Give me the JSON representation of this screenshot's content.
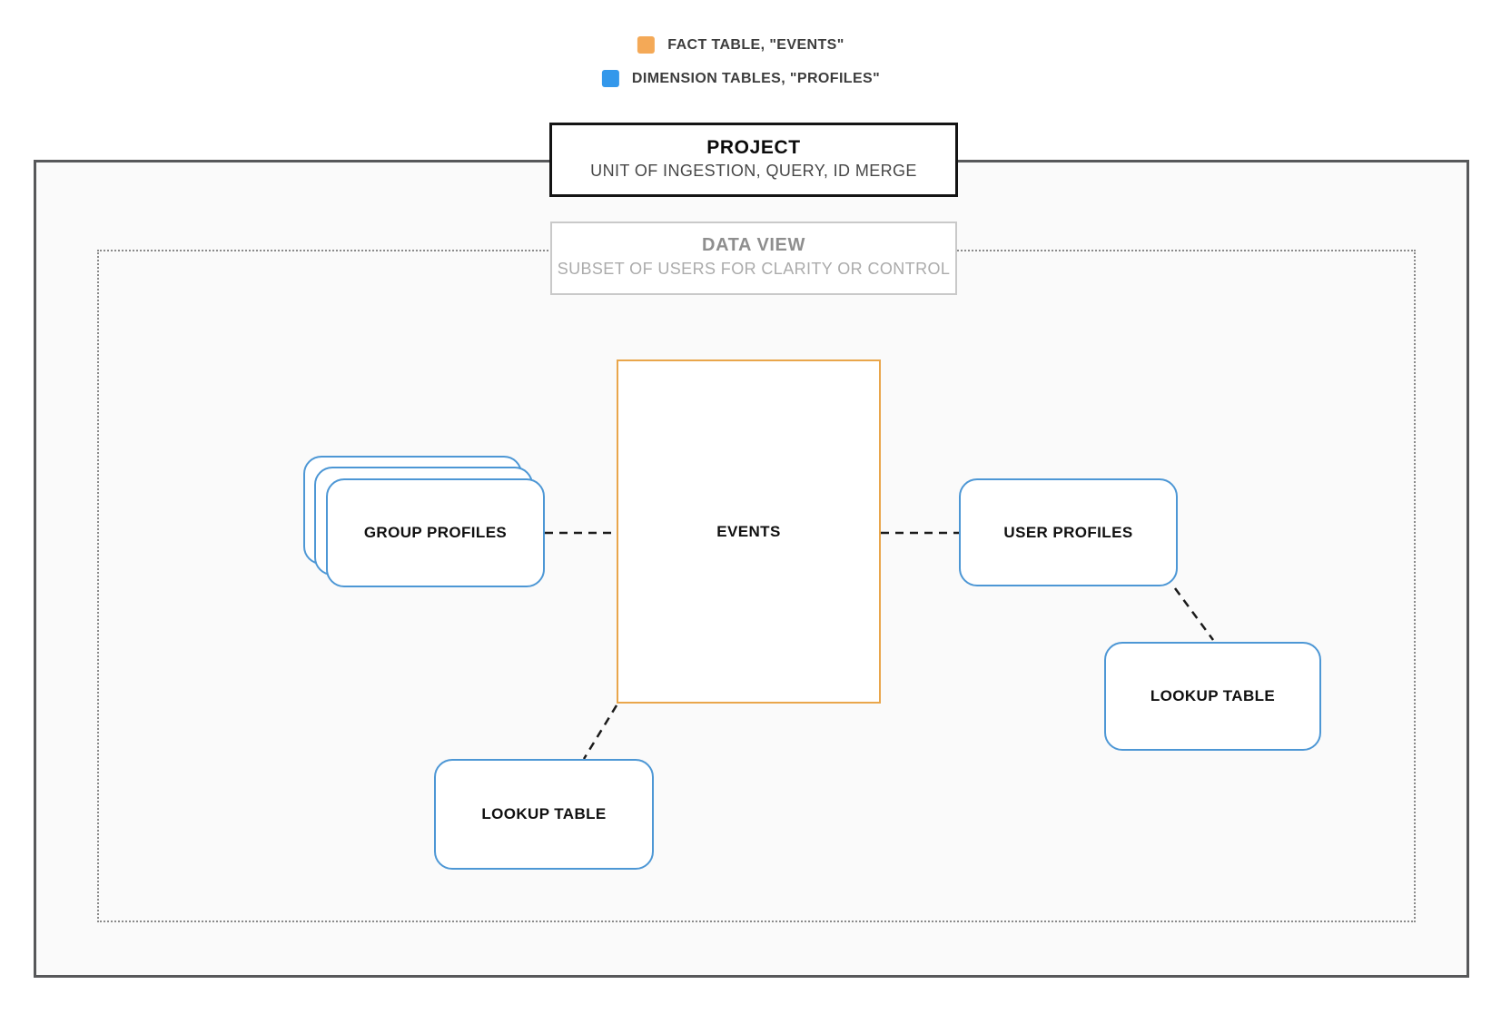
{
  "legend": {
    "items": [
      {
        "name": "fact-table",
        "label": "FACT TABLE, \"EVENTS\"",
        "color": "#F4A957"
      },
      {
        "name": "dimension-tables",
        "label": "DIMENSION TABLES, \"PROFILES\"",
        "color": "#3398EB"
      }
    ]
  },
  "project": {
    "title": "PROJECT",
    "subtitle": "UNIT OF INGESTION, QUERY, ID MERGE"
  },
  "data_view": {
    "title": "DATA VIEW",
    "subtitle": "SUBSET OF USERS FOR CLARITY OR CONTROL"
  },
  "nodes": {
    "events": {
      "label": "EVENTS"
    },
    "group_profiles": {
      "label": "GROUP PROFILES"
    },
    "user_profiles": {
      "label": "USER PROFILES"
    },
    "lookup_table_right": {
      "label": "LOOKUP TABLE"
    },
    "lookup_table_bottom": {
      "label": "LOOKUP TABLE"
    }
  },
  "colors": {
    "fact_swatch": "#F4A957",
    "fact_node_border": "#E9A64B",
    "dimension_swatch": "#3398EB",
    "dimension_node_border": "#4D97D5",
    "project_boundary_border": "#57585A",
    "dataview_boundary_border": "#8A8A8A",
    "connector": "#1A1A1A"
  }
}
